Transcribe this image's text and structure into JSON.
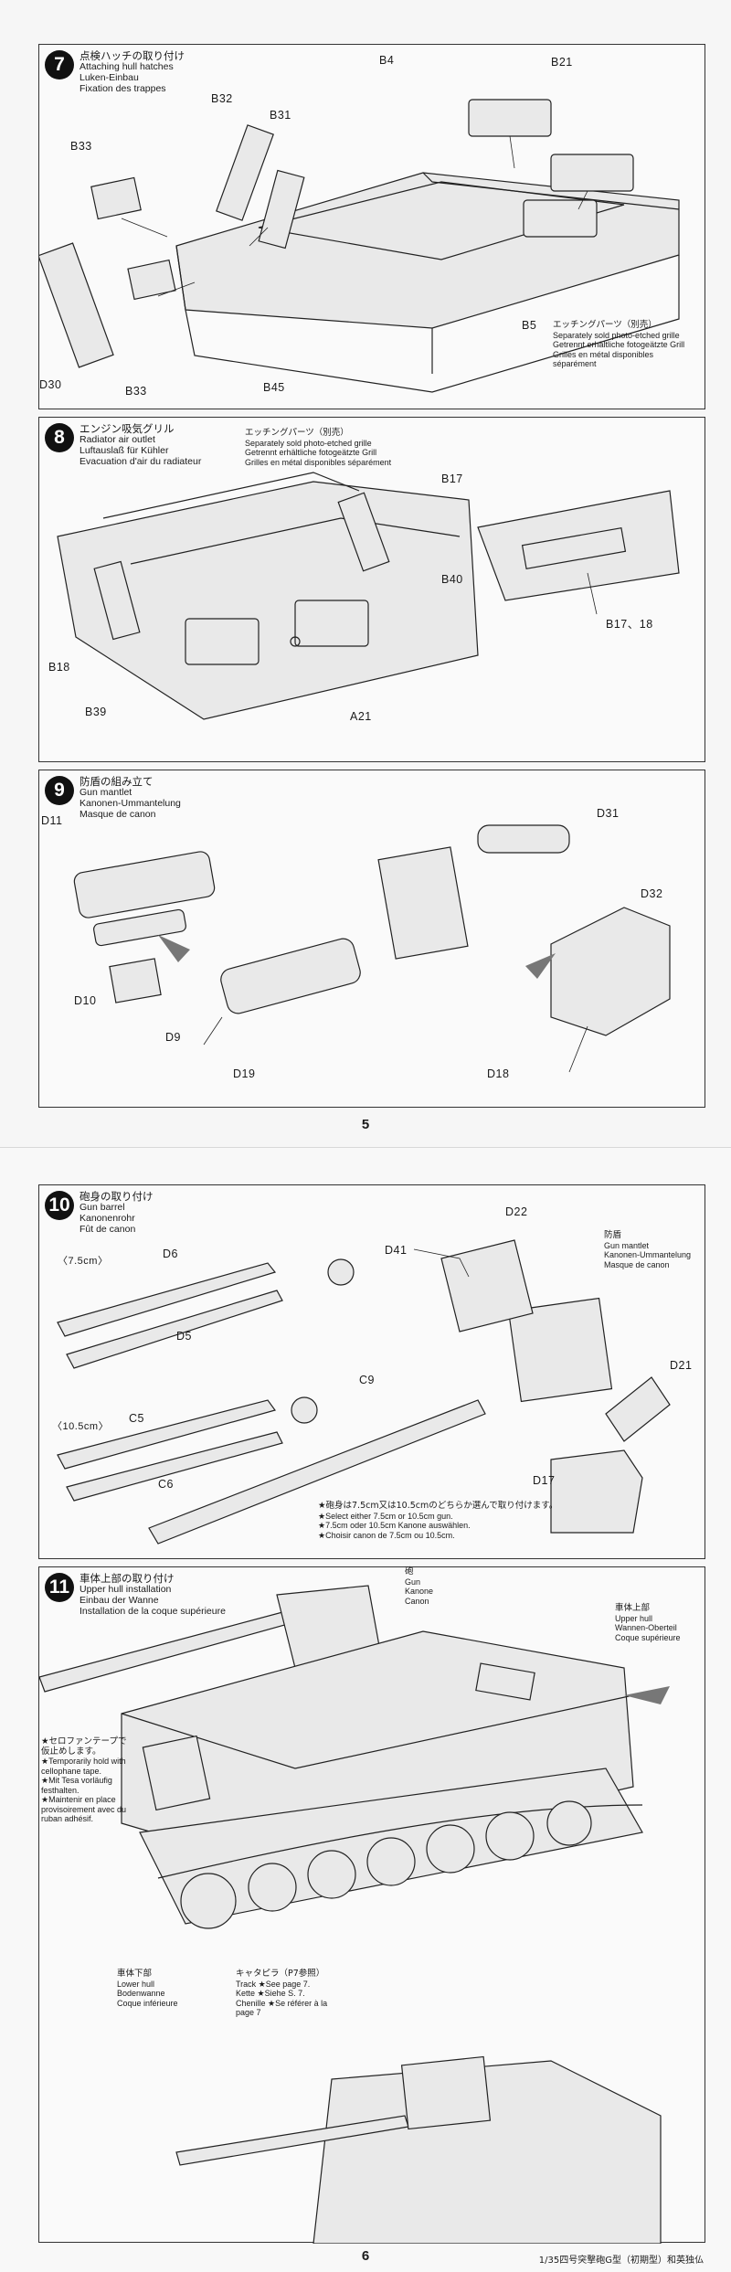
{
  "pages": {
    "p5": {
      "number": "5"
    },
    "p6": {
      "number": "6"
    }
  },
  "steps": {
    "s7": {
      "number": "7",
      "title_jp": "点検ハッチの取り付け",
      "title_en": "Attaching hull hatches",
      "title_de": "Luken-Einbau",
      "title_fr": "Fixation des trappes",
      "parts": [
        "B4",
        "B21",
        "B32",
        "B31",
        "B33",
        "B33",
        "D30",
        "B45",
        "B5"
      ],
      "note_jp": "エッチングパーツ（別売）",
      "note_en": "Separately sold photo-etched grille",
      "note_de": "Getrennt erhältliche fotogeätzte Grill",
      "note_fr": "Grilles en métal disponibles séparément"
    },
    "s8": {
      "number": "8",
      "title_jp": "エンジン吸気グリル",
      "title_en": "Radiator air outlet",
      "title_de": "Luftauslaß für Kühler",
      "title_fr": "Evacuation d'air du radiateur",
      "note_jp": "エッチングパーツ（別売）",
      "note_en": "Separately sold photo-etched grille",
      "note_de": "Getrennt erhältliche fotogeätzte Grill",
      "note_fr": "Grilles en métal disponibles séparément",
      "parts": [
        "B17",
        "B40",
        "B18",
        "B39",
        "A21",
        "B17、18"
      ]
    },
    "s9": {
      "number": "9",
      "title_jp": "防盾の組み立て",
      "title_en": "Gun mantlet",
      "title_de": "Kanonen-Ummantelung",
      "title_fr": "Masque de canon",
      "parts": [
        "D11",
        "D10",
        "D9",
        "D31",
        "D32",
        "D19",
        "D18"
      ]
    },
    "s10": {
      "number": "10",
      "title_jp": "砲身の取り付け",
      "title_en": "Gun barrel",
      "title_de": "Kanonenrohr",
      "title_fr": "Fût de canon",
      "gun75": "〈7.5cm〉",
      "gun105": "〈10.5cm〉",
      "parts": [
        "D6",
        "D5",
        "D41",
        "C9",
        "C5",
        "C6",
        "D22",
        "D21",
        "D17"
      ],
      "mantlet_jp": "防盾",
      "mantlet_en": "Gun mantlet",
      "mantlet_de": "Kanonen-Ummantelung",
      "mantlet_fr": "Masque de canon",
      "select_jp": "★砲身は7.5cm又は10.5cmのどちらか選んで取り付けます。",
      "select_en": "★Select either 7.5cm or 10.5cm gun.",
      "select_de": "★7.5cm oder 10.5cm Kanone auswählen.",
      "select_fr": "★Choisir canon de 7.5cm ou 10.5cm."
    },
    "s11": {
      "number": "11",
      "title_jp": "車体上部の取り付け",
      "title_en": "Upper hull installation",
      "title_de": "Einbau der Wanne",
      "title_fr": "Installation de la coque supérieure",
      "gun_jp": "砲",
      "gun_en": "Gun",
      "gun_de": "Kanone",
      "gun_fr": "Canon",
      "upper_jp": "車体上部",
      "upper_en": "Upper hull",
      "upper_de": "Wannen-Oberteil",
      "upper_fr": "Coque supérieure",
      "tape_jp": "★セロファンテープで仮止めします。",
      "tape_en": "★Temporarily hold with cellophane tape.",
      "tape_de": "★Mit Tesa vorläufig festhalten.",
      "tape_fr": "★Maintenir en place provisoirement avec du ruban adhésif.",
      "lower_jp": "車体下部",
      "lower_en": "Lower hull",
      "lower_de": "Bodenwanne",
      "lower_fr": "Coque inférieure",
      "track_jp": "キャタピラ（P7参照）",
      "track_en": "Track ★See page 7.",
      "track_de": "Kette ★Siehe S. 7.",
      "track_fr": "Chenille ★Se référer à la page 7"
    }
  },
  "footer": "1/35四号突撃砲G型（初期型）和英独仏"
}
